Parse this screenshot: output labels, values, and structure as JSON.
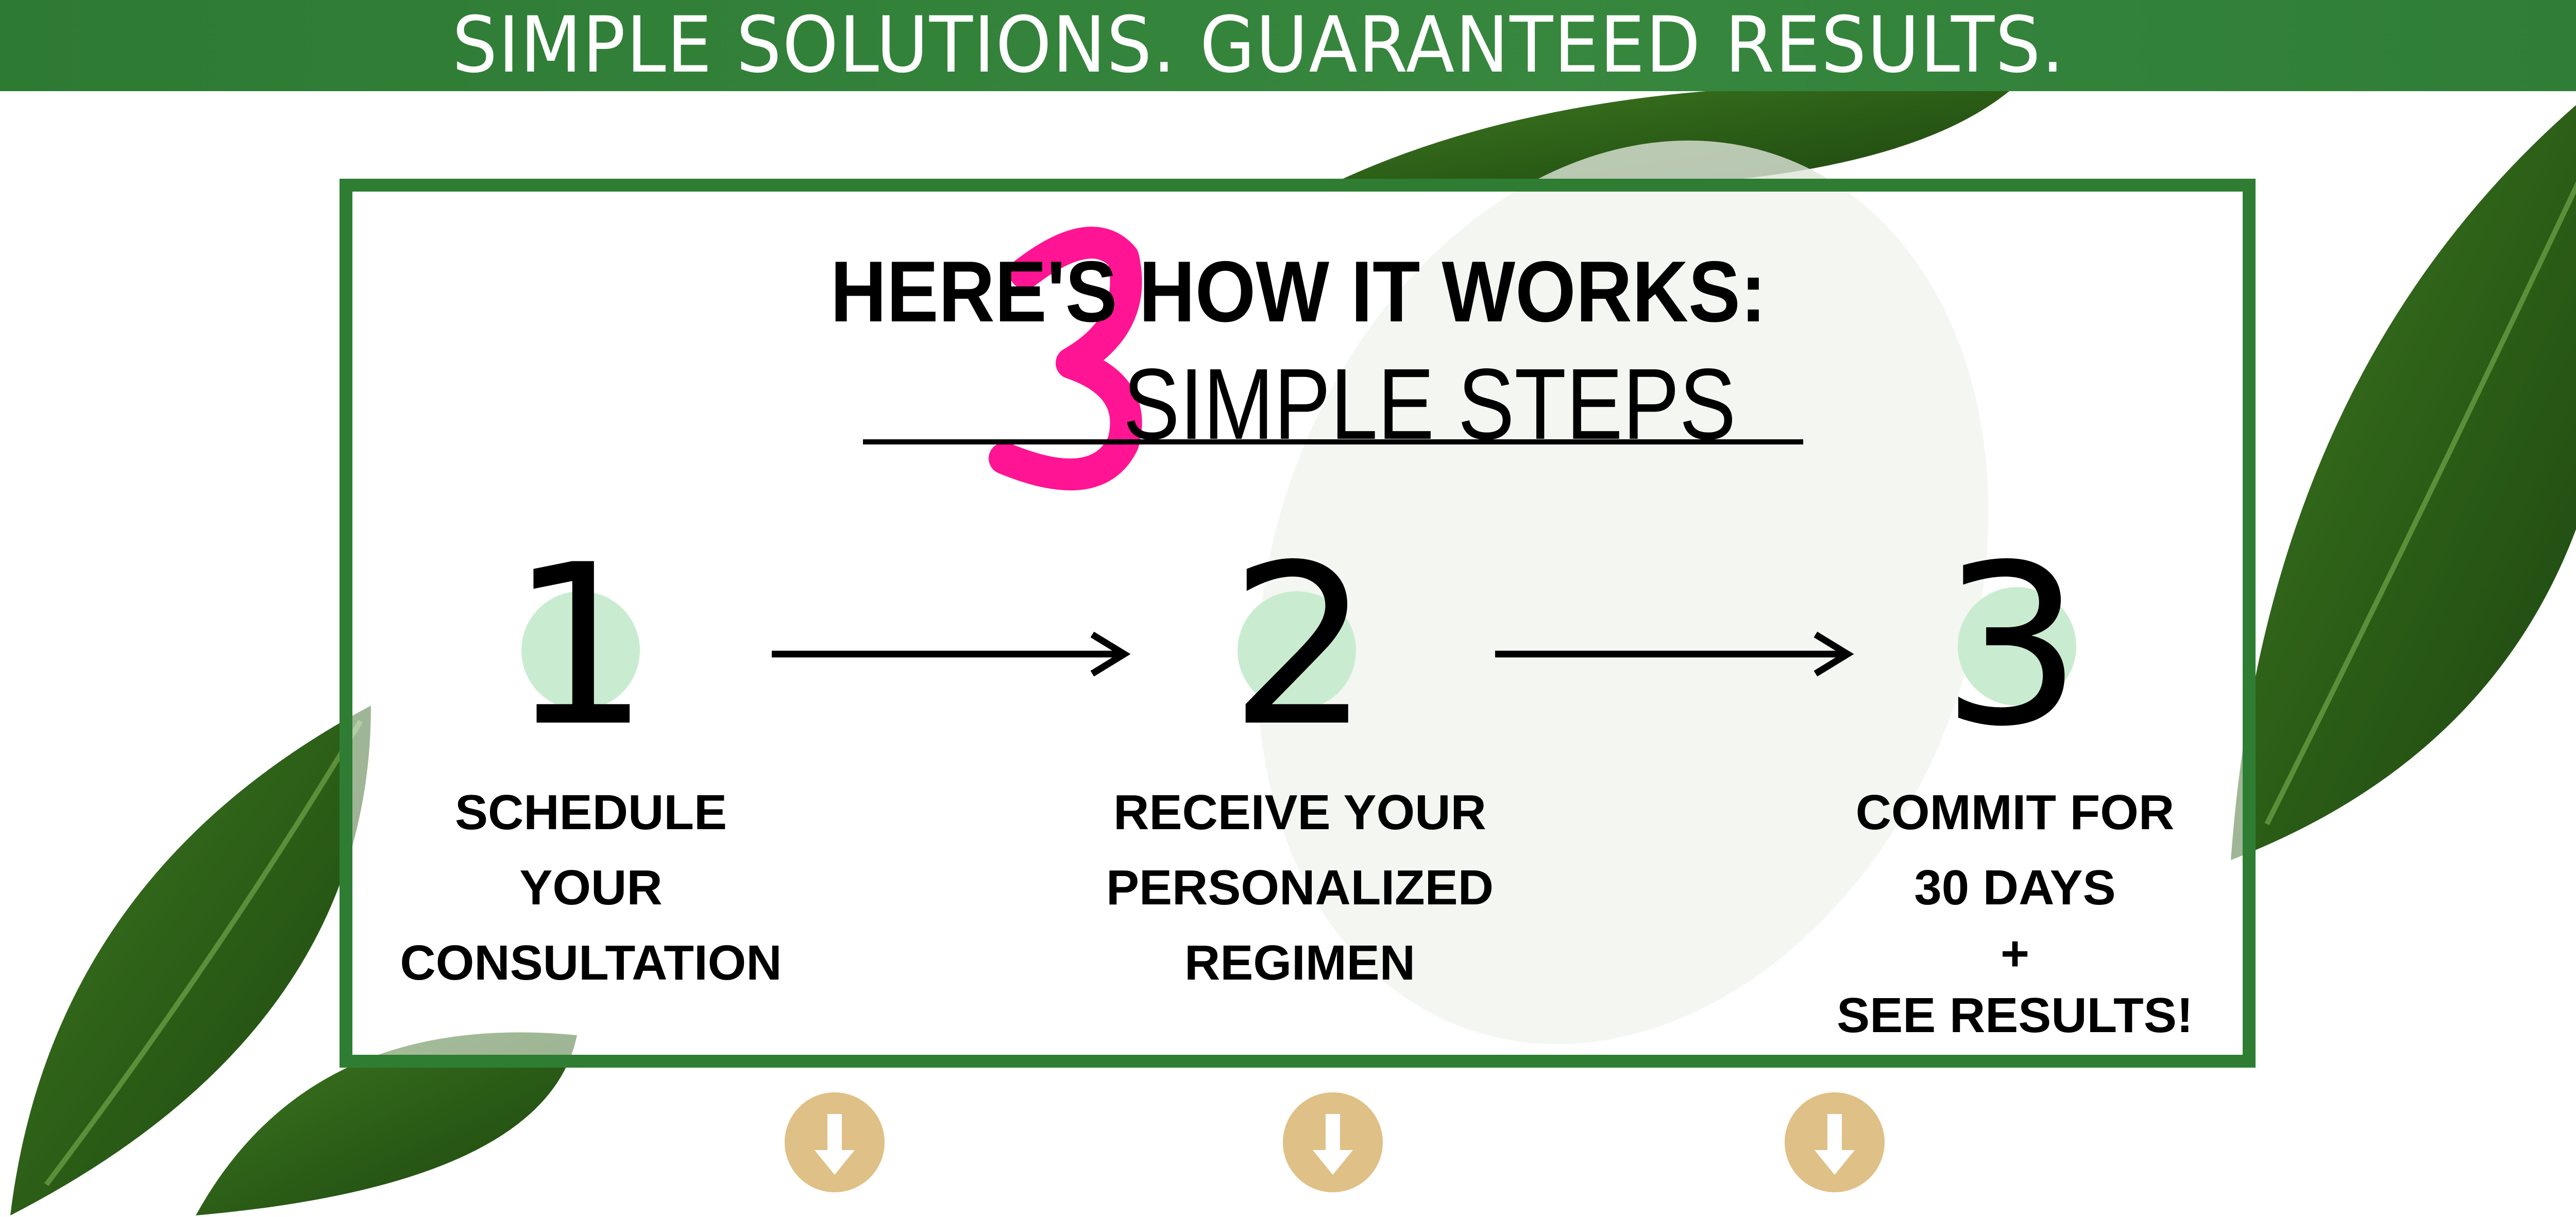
{
  "banner": {
    "text": "SIMPLE SOLUTIONS. GUARANTEED RESULTS."
  },
  "heading": {
    "title": "HERE'S HOW IT WORKS:",
    "accent_number": "3",
    "subtitle": "SIMPLE STEPS"
  },
  "steps": [
    {
      "number": "1",
      "lines": [
        "SCHEDULE",
        "YOUR",
        "CONSULTATION"
      ]
    },
    {
      "number": "2",
      "lines": [
        "RECEIVE YOUR",
        "PERSONALIZED",
        "REGIMEN"
      ]
    },
    {
      "number": "3",
      "lines": [
        "COMMIT FOR",
        "30 DAYS",
        "+",
        "SEE RESULTS!"
      ]
    }
  ],
  "icons": {
    "step_arrow": "arrow-right-icon",
    "down_button": "arrow-down-circle-icon",
    "decor": "leaf-icon"
  },
  "colors": {
    "brand_green": "#2e7d32",
    "accent_pink": "#ff1493",
    "gold": "#dfc086",
    "mint": "#c9ecd0"
  }
}
